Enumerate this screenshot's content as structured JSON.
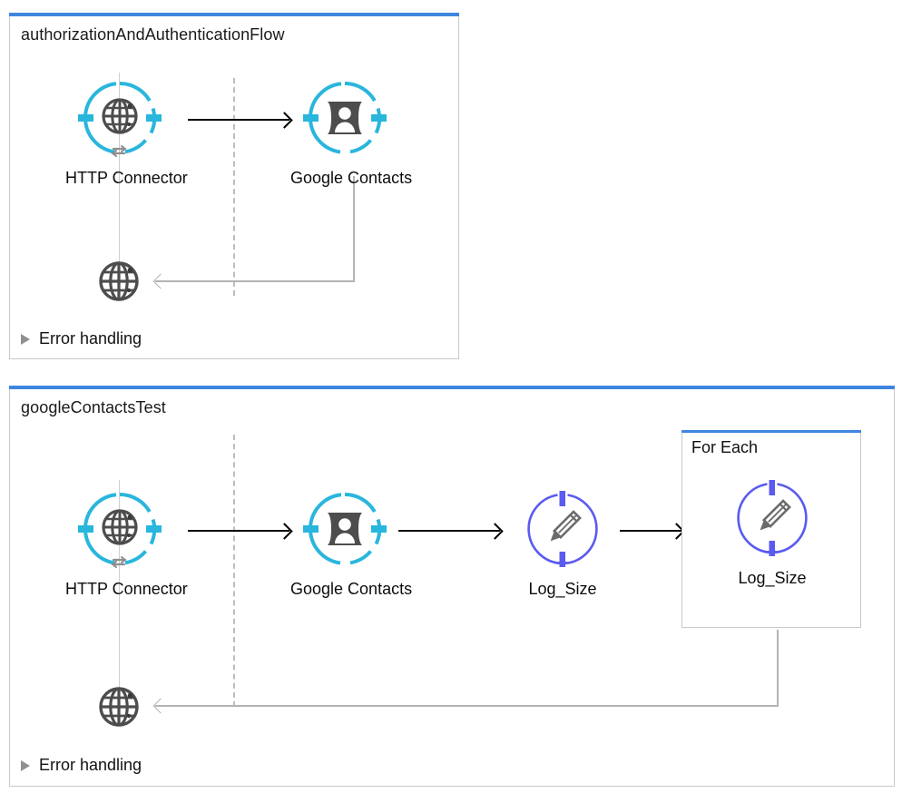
{
  "colors": {
    "panel_accent": "#3f86e0",
    "panel_border": "#c9c9c9",
    "connector_cyan": "#29b6dd",
    "logger_purple": "#5b5bf0",
    "icon_gray": "#4d4d4d",
    "flow_arrow": "#000000",
    "return_line": "#b3b3b3",
    "dashed_divider": "#bdbdbd"
  },
  "flows": [
    {
      "id": "flow-auth",
      "title": "authorizationAndAuthenticationFlow",
      "error_handling": {
        "label": "Error handling",
        "caret_icon": "triangle-right-icon",
        "expanded": false
      },
      "nodes": [
        {
          "id": "http-connector",
          "label": "HTTP Connector",
          "icon": "globe-icon",
          "type": "http-listener"
        },
        {
          "id": "google-contacts",
          "label": "Google Contacts",
          "icon": "contact-card-icon",
          "type": "connector"
        }
      ],
      "response_node": {
        "id": "http-response",
        "label": "",
        "icon": "globe-icon"
      }
    },
    {
      "id": "flow-test",
      "title": "googleContactsTest",
      "error_handling": {
        "label": "Error handling",
        "caret_icon": "triangle-right-icon",
        "expanded": false
      },
      "nodes": [
        {
          "id": "http-connector-2",
          "label": "HTTP Connector",
          "icon": "globe-icon",
          "type": "http-listener"
        },
        {
          "id": "google-contacts-2",
          "label": "Google Contacts",
          "icon": "contact-card-icon",
          "type": "connector"
        },
        {
          "id": "log-size",
          "label": "Log_Size",
          "icon": "pencil-icon",
          "type": "logger"
        }
      ],
      "scope": {
        "id": "for-each-scope",
        "title": "For Each",
        "nodes": [
          {
            "id": "log-size-inner",
            "label": "Log_Size",
            "icon": "pencil-icon",
            "type": "logger"
          }
        ]
      },
      "response_node": {
        "id": "http-response-2",
        "label": "",
        "icon": "globe-icon"
      }
    }
  ]
}
